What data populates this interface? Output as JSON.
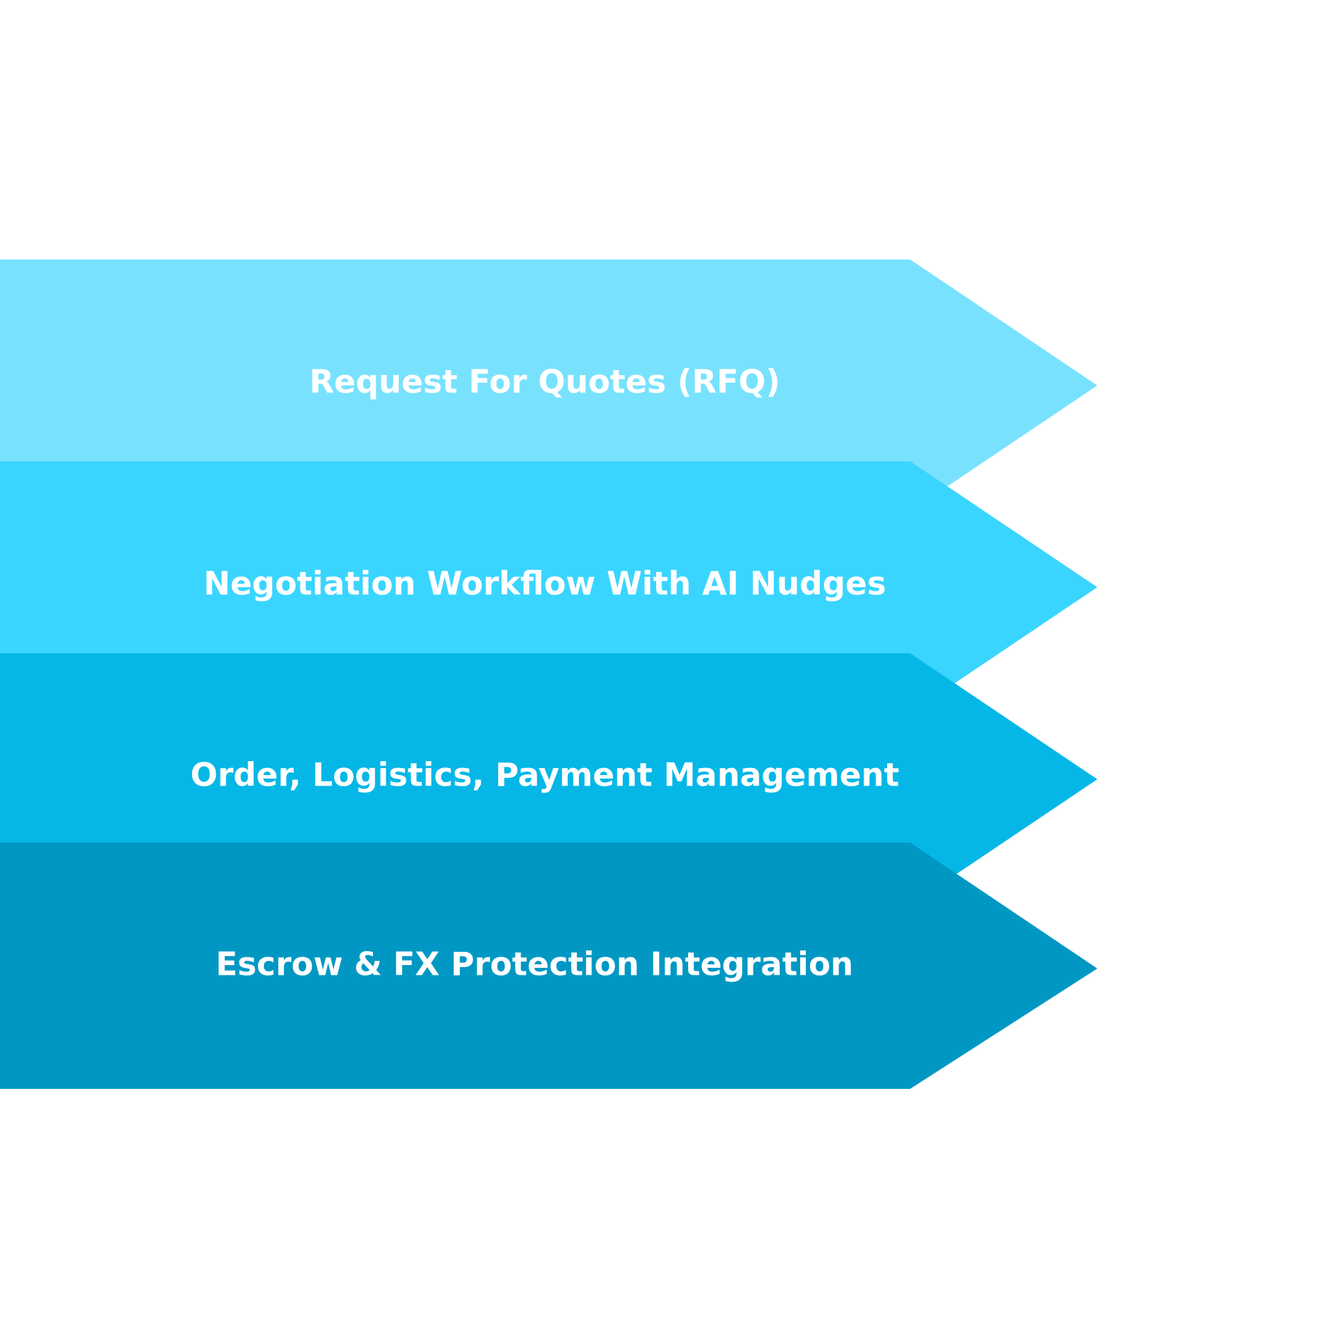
{
  "diagram": {
    "steps": [
      {
        "label": "Request For Quotes (RFQ)",
        "color": "#78E2FE"
      },
      {
        "label": "Negotiation Workflow With AI Nudges",
        "color": "#3AD5FF"
      },
      {
        "label": "Order, Logistics, Payment Management",
        "color": "#04B7E6"
      },
      {
        "label": "Escrow & FX Protection Integration",
        "color": "#0098C3"
      }
    ]
  }
}
